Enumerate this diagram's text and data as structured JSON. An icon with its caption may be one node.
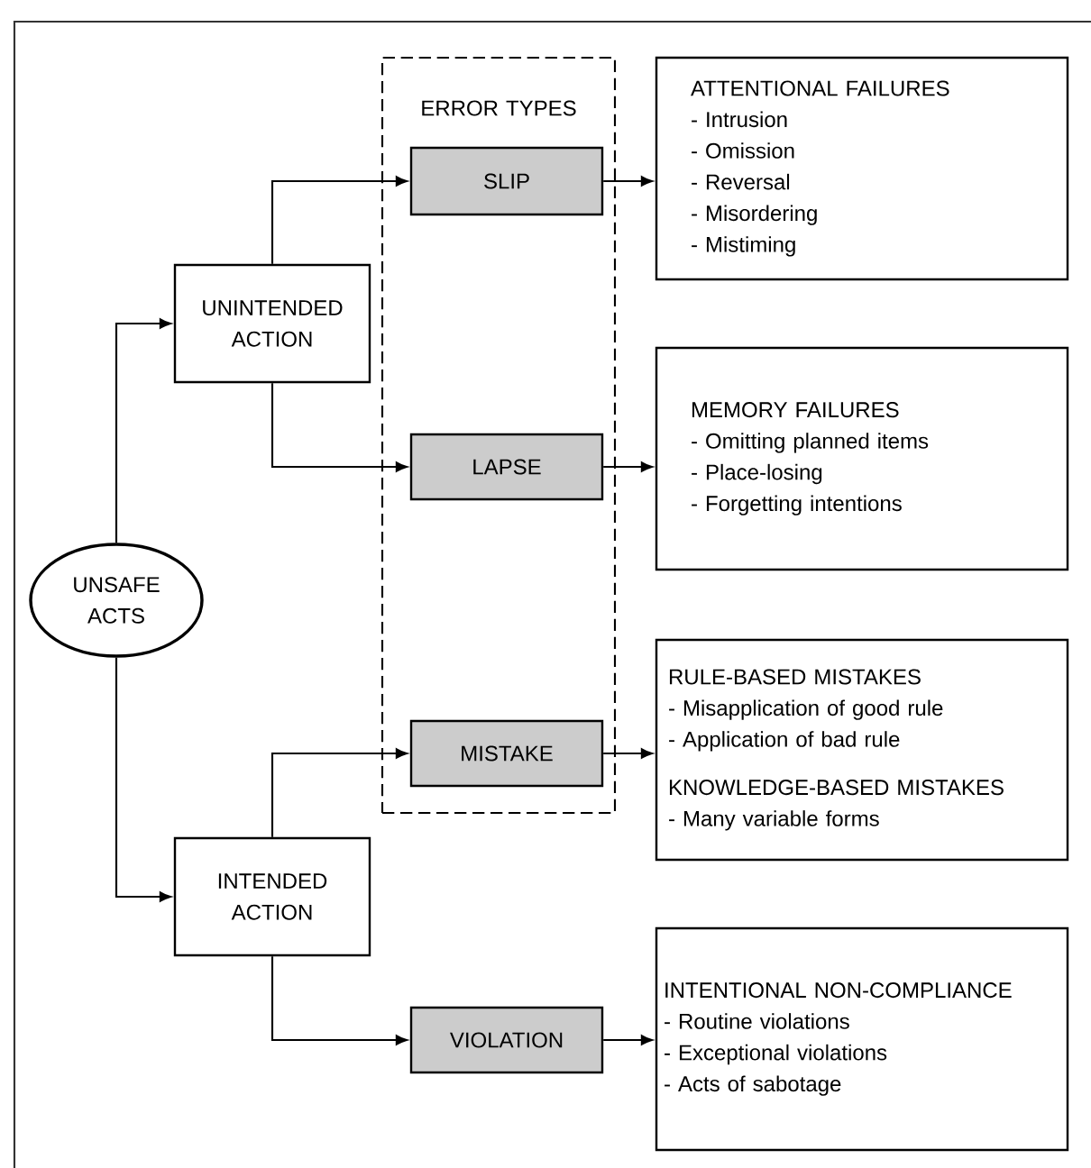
{
  "diagram": {
    "nodes": [
      {
        "text": [
          "UNSAFE ACTS"
        ]
      },
      {
        "text": [
          "UNINTENDED ACTION"
        ]
      },
      {
        "text": [
          "INTENDED ACTION"
        ]
      },
      {
        "text": [
          "ERROR TYPES"
        ]
      },
      {
        "text": [
          "SLIP"
        ],
        "in": 3
      },
      {
        "text": [
          "LAPSE"
        ],
        "in": 3
      },
      {
        "text": [
          "MISTAKE"
        ],
        "in": 3
      },
      {
        "text": [
          "VIOLATION"
        ]
      },
      {
        "text": [
          "ATTENTIONAL FAILURES",
          "- Intrusion",
          "- Omission",
          "- Reversal",
          "- Misordering",
          "- Mistiming"
        ]
      },
      {
        "text": [
          "MEMORY FAILURES",
          "- Omitting planned items",
          "- Place-losing",
          "- Forgetting intentions"
        ]
      },
      {
        "text": [
          "RULE-BASED MISTAKES",
          "- Misapplication of good rule",
          "- Application of bad rule",
          "KNOWLEDGE-BASED MISTAKES",
          "- Many variable forms"
        ]
      },
      {
        "text": [
          "INTENTIONAL NON-COMPLIANCE",
          "- Routine violations",
          "- Exceptional violations",
          "- Acts of sabotage"
        ]
      }
    ],
    "edges": [
      {
        "from": 0,
        "to": 1,
        "arrow": "to"
      },
      {
        "from": 0,
        "to": 2,
        "arrow": "to"
      },
      {
        "from": 1,
        "to": 4,
        "arrow": "to"
      },
      {
        "from": 1,
        "to": 5,
        "arrow": "to"
      },
      {
        "from": 2,
        "to": 6,
        "arrow": "to"
      },
      {
        "from": 2,
        "to": 7,
        "arrow": "to"
      },
      {
        "from": 4,
        "to": 8,
        "arrow": "to"
      },
      {
        "from": 5,
        "to": 9,
        "arrow": "to"
      },
      {
        "from": 6,
        "to": 10,
        "arrow": "to"
      },
      {
        "from": 7,
        "to": 11,
        "arrow": "to"
      }
    ]
  }
}
